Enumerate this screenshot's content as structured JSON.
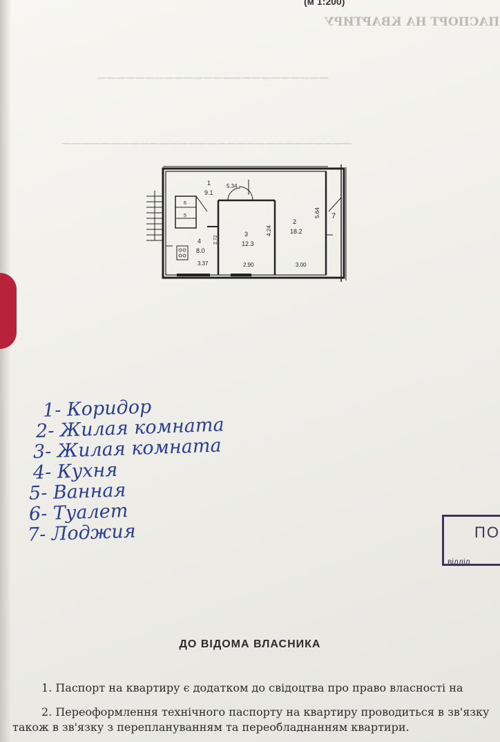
{
  "header": {
    "scale": "(м 1:200)"
  },
  "plan": {
    "rooms": [
      {
        "number": "1",
        "area": "9.1"
      },
      {
        "number": "2",
        "area": "18.2"
      },
      {
        "number": "3",
        "area": "12.3"
      },
      {
        "number": "4",
        "area": "8.0"
      },
      {
        "number": "5",
        "area": ""
      },
      {
        "number": "6",
        "area": ""
      },
      {
        "number": "7",
        "area": ""
      }
    ],
    "dimensions": [
      "5.34",
      "5.64",
      "4.24",
      "2.72",
      "3.37",
      "2.90",
      "3.00"
    ]
  },
  "legend": [
    "1- Коридор",
    "2- Жилая комната",
    "3- Жилая комната",
    "4- Кухня",
    "5- Ванная",
    "6- Туалет",
    "7- Лоджия"
  ],
  "stamp": {
    "text": "ПО",
    "sub": "відділ"
  },
  "notice": {
    "title": "ДО ВІДОМА ВЛАСНИКА",
    "line1": "1. Паспорт на квартиру є додатком до свідоцтва про право власності на",
    "line2": "2. Переоформлення технічного паспорту на квартиру проводиться в зв'язку",
    "line3": "також в зв'язку з переплануванням та переобладнанням квартири."
  }
}
